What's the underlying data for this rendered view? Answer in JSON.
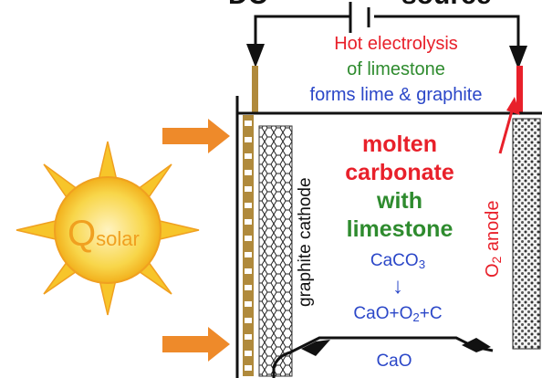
{
  "colors": {
    "red": "#e8202a",
    "green": "#2e8b2e",
    "blue": "#2b47c8",
    "electrode_brown": "#b08a3c",
    "sun_yellow": "#f6c21e",
    "sun_orange": "#f0a020",
    "arrow_orange": "#ee8a2a",
    "outline": "#111111"
  },
  "header_text": {
    "top_left": "DC",
    "top_right": "source"
  },
  "annotation": {
    "line1": "Hot electrolysis",
    "line2": "of limestone",
    "line3": "forms lime & graphite"
  },
  "electrolyte": {
    "line1": "molten",
    "line2": "carbonate",
    "line3": "with",
    "line4": "limestone"
  },
  "reaction": {
    "reactant_main": "CaCO",
    "reactant_sub": "3",
    "arrow": "↓",
    "product_a": "CaO+O",
    "product_sub": "2",
    "product_b": "+C"
  },
  "bottom_label": "CaO",
  "cathode_label": "graphite cathode",
  "anode_label": {
    "main": "O",
    "sub": "2",
    "rest": " anode"
  },
  "sun_label": {
    "big": "Q",
    "small": "solar"
  },
  "icons": [
    "sun-icon",
    "heat-arrow-icon",
    "current-arrow-icon",
    "valve-icon"
  ]
}
